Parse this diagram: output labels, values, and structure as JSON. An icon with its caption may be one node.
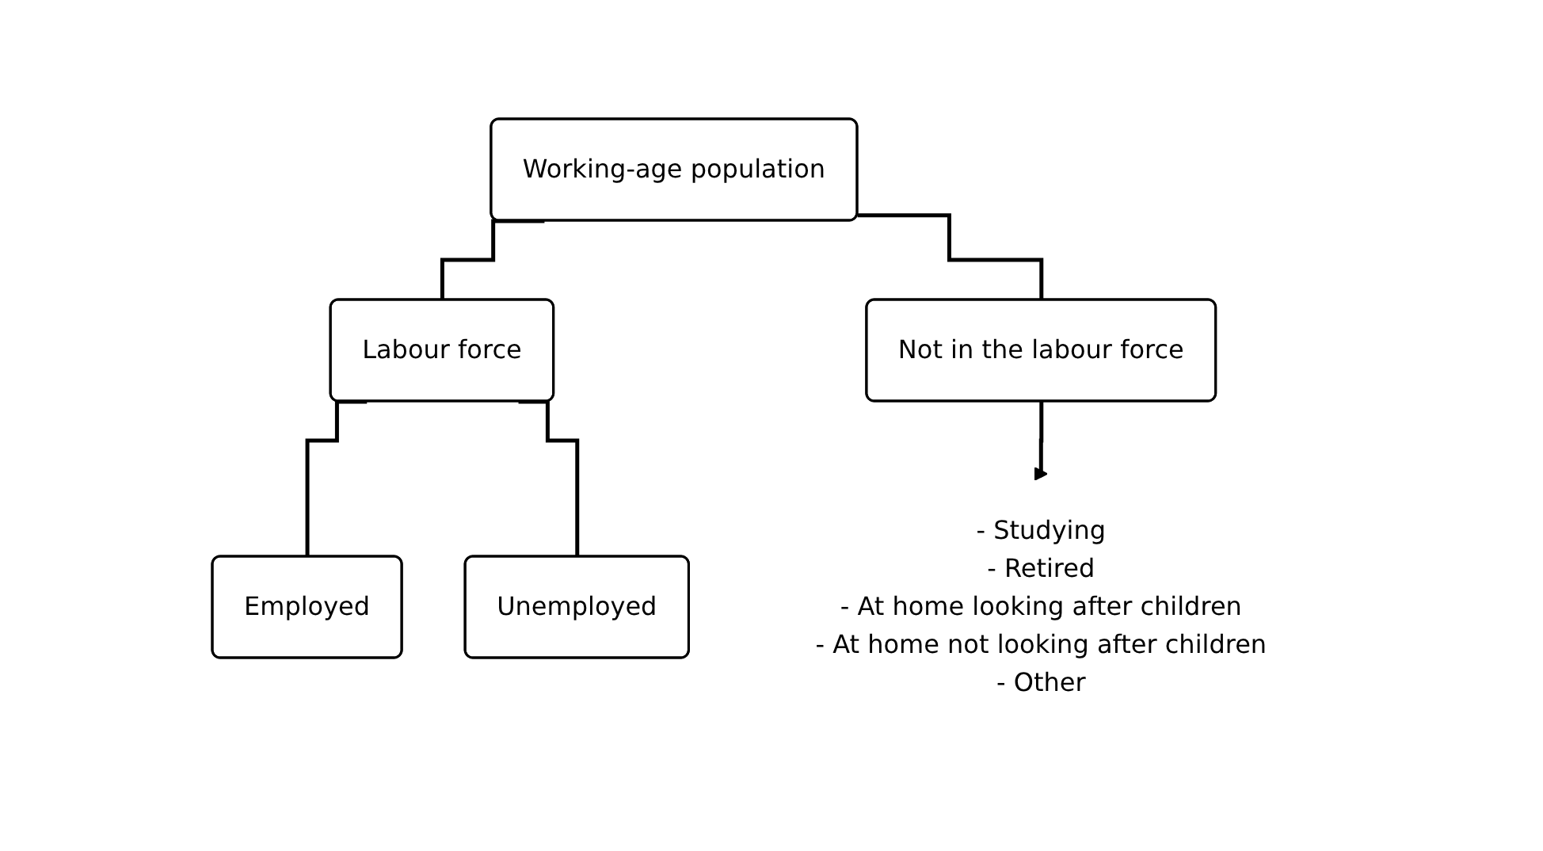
{
  "diagram": {
    "nodes": [
      {
        "text": [
          "Working-age population"
        ]
      },
      {
        "text": [
          "Labour force"
        ]
      },
      {
        "text": [
          "Not in the labour force"
        ]
      },
      {
        "text": [
          "Employed"
        ]
      },
      {
        "text": [
          "Unemployed"
        ]
      },
      {
        "text": [
          "- Studying",
          "- Retired",
          "- At home looking after children",
          "- At home not looking after children",
          "- Other"
        ]
      }
    ],
    "edges": [
      {
        "from": 0,
        "to": 1,
        "arrow": "none"
      },
      {
        "from": 0,
        "to": 2,
        "arrow": "none"
      },
      {
        "from": 1,
        "to": 3,
        "arrow": "none"
      },
      {
        "from": 1,
        "to": 4,
        "arrow": "none"
      },
      {
        "from": 2,
        "to": 5,
        "arrow": "to"
      }
    ]
  }
}
